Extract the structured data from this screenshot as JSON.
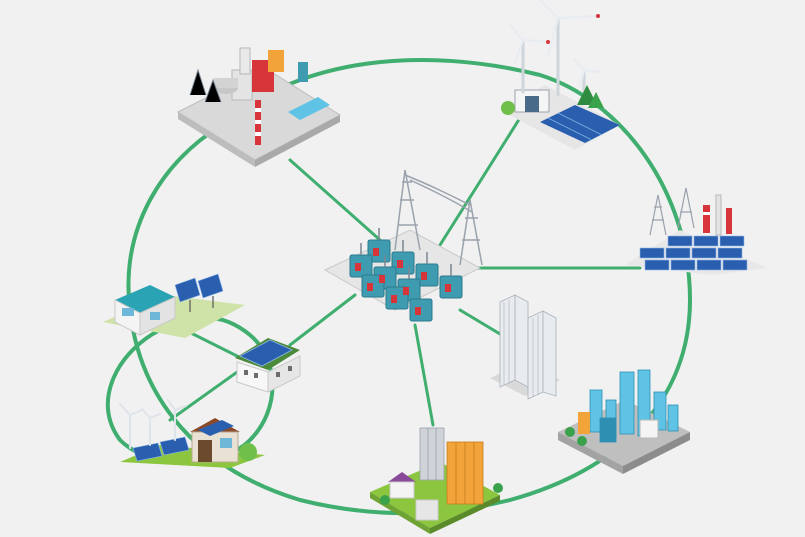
{
  "diagram": {
    "nodes": [
      {
        "id": "power-plant",
        "icon": "power-plant-icon"
      },
      {
        "id": "wind-farm",
        "icon": "wind-turbine-icon"
      },
      {
        "id": "solar-farm",
        "icon": "solar-plant-icon"
      },
      {
        "id": "substation",
        "icon": "substation-icon"
      },
      {
        "id": "house-solar",
        "icon": "house-solar-icon"
      },
      {
        "id": "house-rooftop-solar",
        "icon": "house-rooftop-solar-icon"
      },
      {
        "id": "house-wind-solar",
        "icon": "house-wind-solar-icon"
      },
      {
        "id": "town",
        "icon": "town-icon"
      },
      {
        "id": "office-towers",
        "icon": "office-tower-icon"
      },
      {
        "id": "city",
        "icon": "city-skyline-icon"
      }
    ],
    "colors": {
      "grid_line": "#3fae6f",
      "background": "#f1f1f1",
      "transformer": "#3f9bb0",
      "accent_red": "#d7353a",
      "roof_teal": "#2aa3b4",
      "solar_blue": "#2a5fb0",
      "grass": "#8cc63f"
    }
  }
}
